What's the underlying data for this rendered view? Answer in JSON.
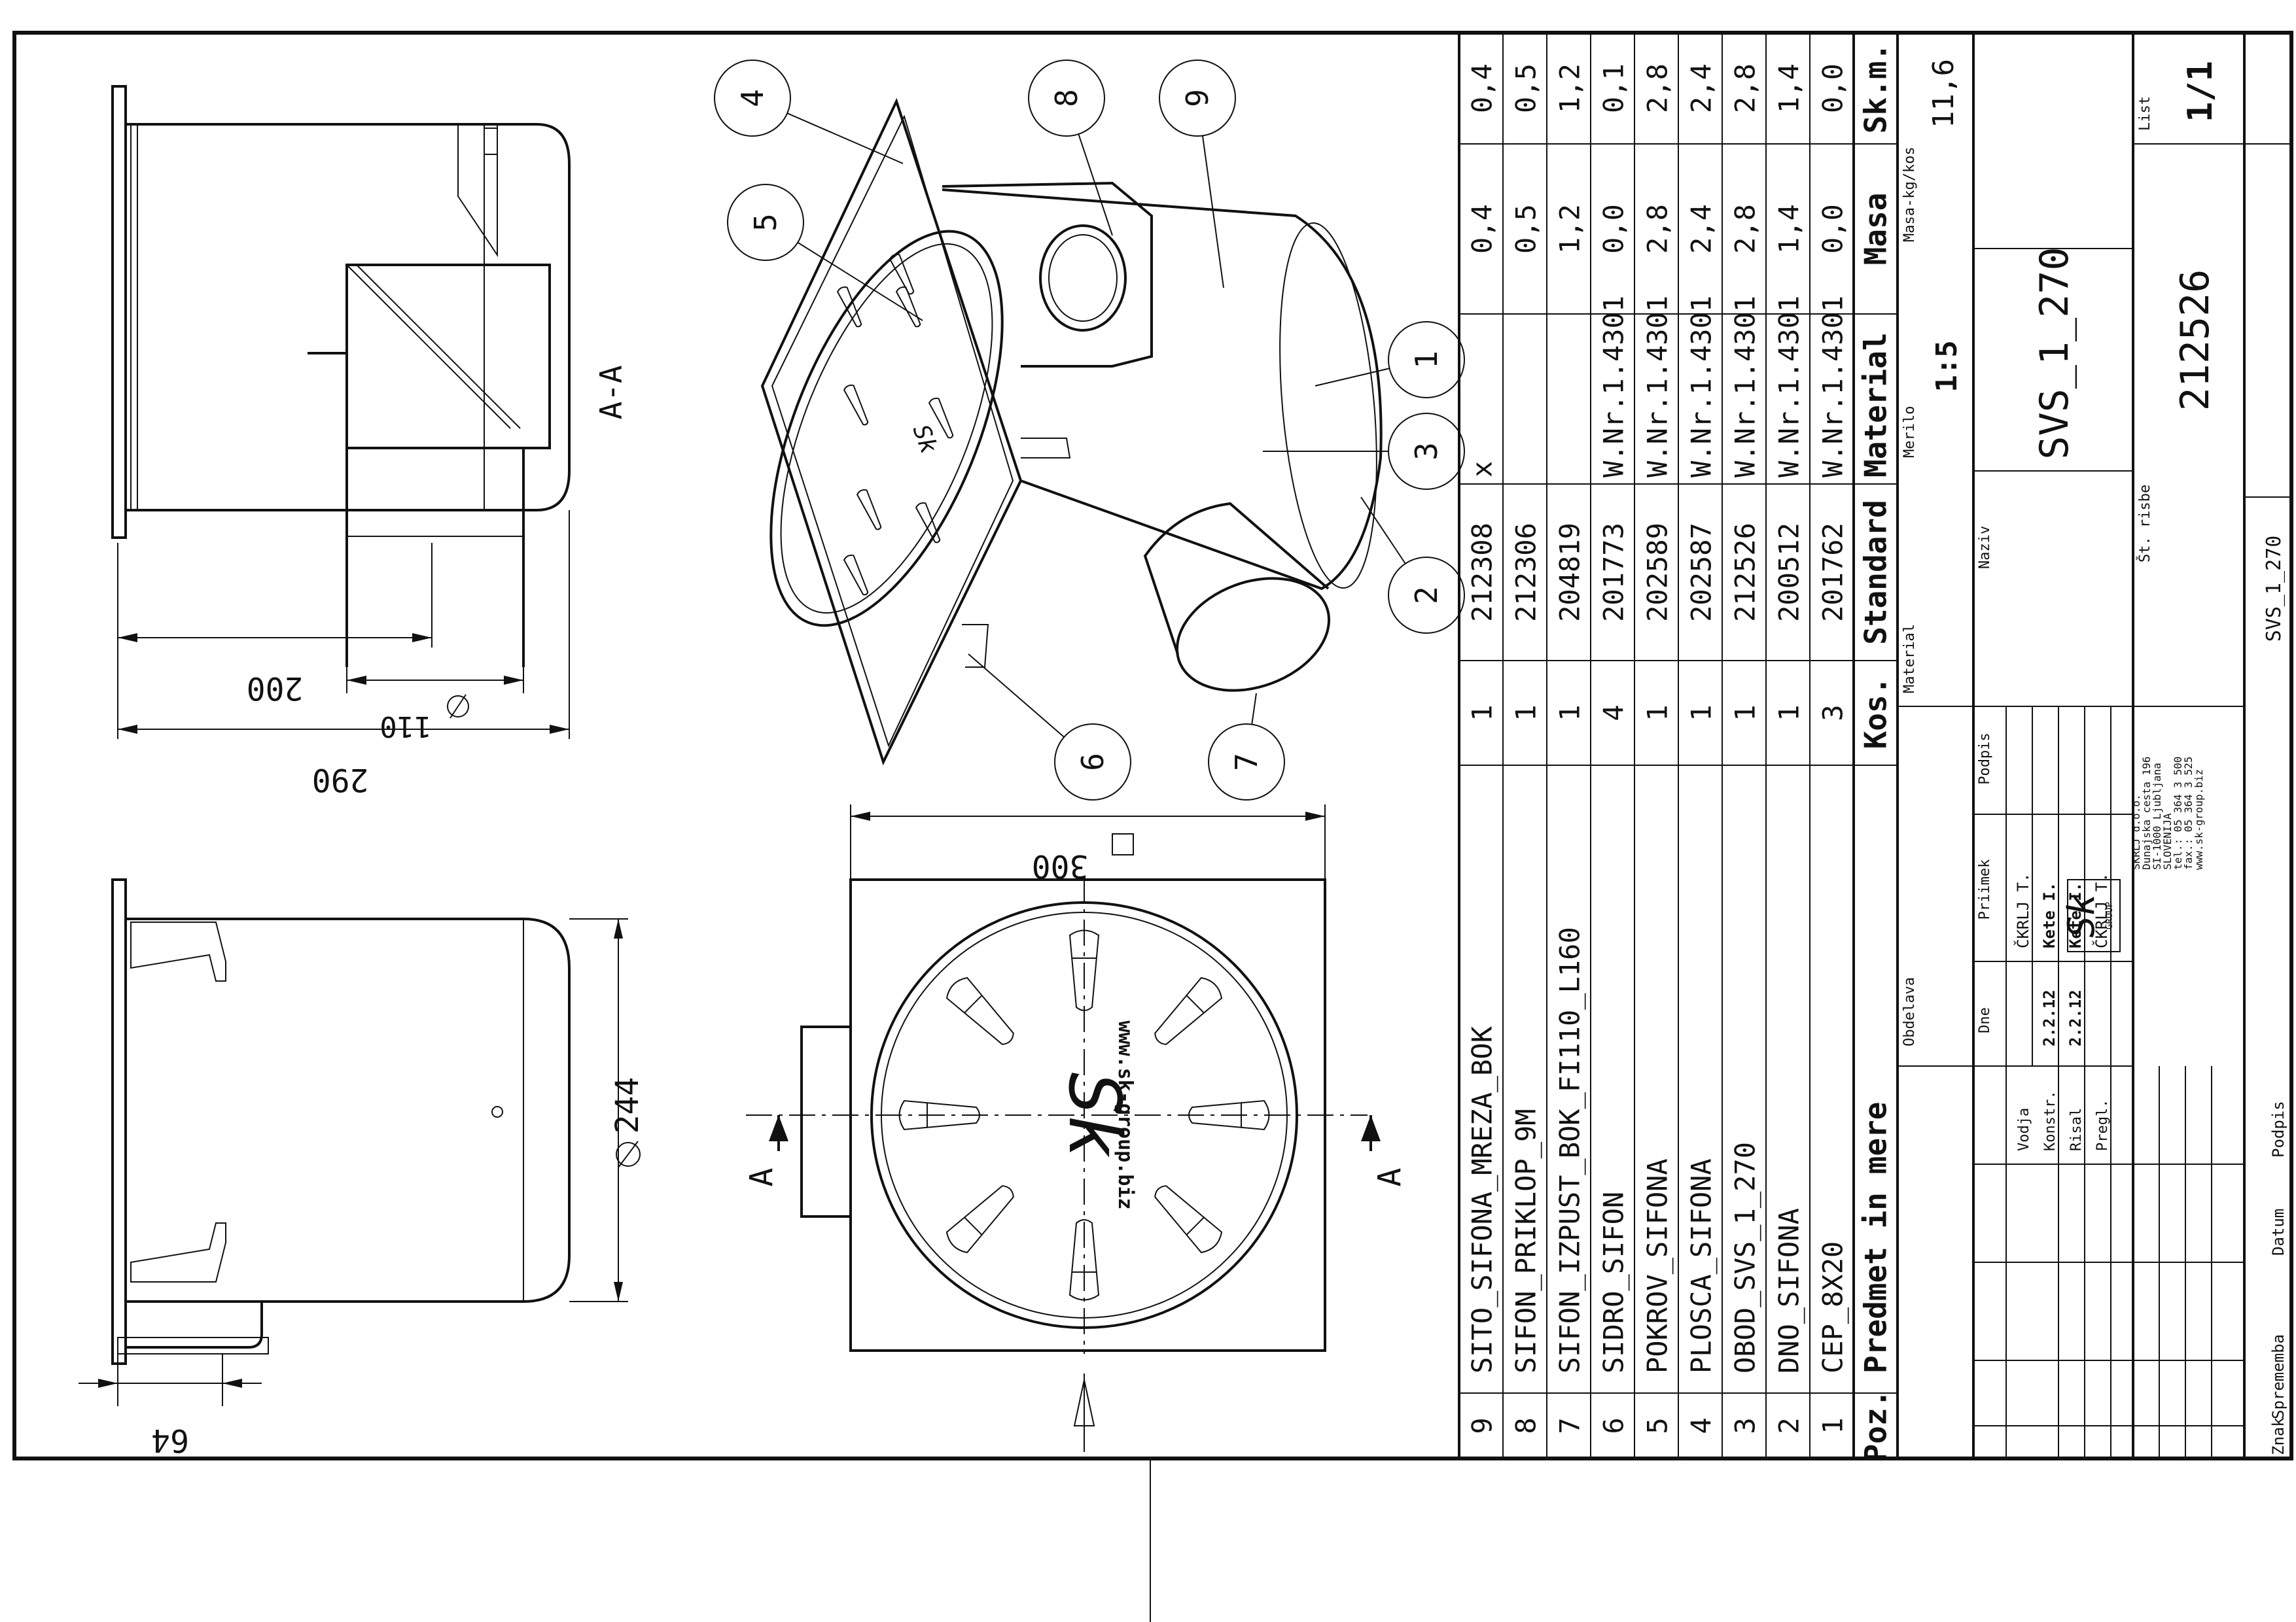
{
  "views": {
    "section_label": "A-A",
    "section_arrow_left": "A",
    "section_arrow_right": "A",
    "dims": {
      "d200": "200",
      "d110": "110",
      "d290": "290",
      "d300": "300",
      "d244": "244",
      "d64": "64"
    },
    "grate_text": "www.sk-group.biz",
    "logo_mark": "Sk"
  },
  "balloons": [
    "4",
    "8",
    "9",
    "5",
    "1",
    "3",
    "2",
    "6",
    "7"
  ],
  "bom": {
    "headers": {
      "poz": "Poz.",
      "name": "Predmet in mere",
      "qty": "Kos.",
      "standard": "Standard",
      "material": "Material",
      "mass": "Masa",
      "total": "Sk.m."
    },
    "rows": [
      {
        "poz": "9",
        "name": "SITO_SIFONA_MREZA_BOK",
        "qty": "1",
        "standard": "212308",
        "material": "x",
        "mass": "0,4",
        "total": "0,4"
      },
      {
        "poz": "8",
        "name": "SIFON_PRIKLOP_9M",
        "qty": "1",
        "standard": "212306",
        "material": "",
        "mass": "0,5",
        "total": "0,5"
      },
      {
        "poz": "7",
        "name": "SIFON_IZPUST_BOK_FI110_L160",
        "qty": "1",
        "standard": "204819",
        "material": "",
        "mass": "1,2",
        "total": "1,2"
      },
      {
        "poz": "6",
        "name": "SIDRO_SIFON",
        "qty": "4",
        "standard": "201773",
        "material": "W.Nr.1.4301",
        "mass": "0,0",
        "total": "0,1"
      },
      {
        "poz": "5",
        "name": "POKROV_SIFONA",
        "qty": "1",
        "standard": "202589",
        "material": "W.Nr.1.4301",
        "mass": "2,8",
        "total": "2,8"
      },
      {
        "poz": "4",
        "name": "PLOSCA_SIFONA",
        "qty": "1",
        "standard": "202587",
        "material": "W.Nr.1.4301",
        "mass": "2,4",
        "total": "2,4"
      },
      {
        "poz": "3",
        "name": "OBOD_SVS_1_270",
        "qty": "1",
        "standard": "212526",
        "material": "W.Nr.1.4301",
        "mass": "2,8",
        "total": "2,8"
      },
      {
        "poz": "2",
        "name": "DNO_SIFONA",
        "qty": "1",
        "standard": "200512",
        "material": "W.Nr.1.4301",
        "mass": "1,4",
        "total": "1,4"
      },
      {
        "poz": "1",
        "name": "CEP_8X20",
        "qty": "3",
        "standard": "201762",
        "material": "W.Nr.1.4301",
        "mass": "0,0",
        "total": "0,0"
      }
    ]
  },
  "title_block": {
    "obdelava_label": "Obdelava",
    "material_label": "Material",
    "masa_label": "Masa-kg/kos",
    "masa_value": "11,6",
    "merilo_label": "Merilo",
    "merilo_value": "1:5",
    "naziv_label": "Naziv",
    "naziv_value": "SVS_1_270",
    "st_risbe_label": "Št. risbe",
    "st_risbe_value": "212526",
    "list_label": "List",
    "list_value": "1/1",
    "file_name": "SVS_1_270",
    "headers": {
      "dne": "Dne",
      "priimek": "Priimek",
      "podpis": "Podpis"
    },
    "roles": [
      {
        "role": "Vodja",
        "date": "",
        "name": "ČKRLJ T."
      },
      {
        "role": "Konstr.",
        "date": "2.2.12",
        "name": "Kete I."
      },
      {
        "role": "Risal",
        "date": "2.2.12",
        "name": "Kete I."
      },
      {
        "role": "Pregl.",
        "date": "",
        "name": "ČKRLJ T."
      }
    ],
    "revision_headers": {
      "znak": "Znak",
      "sprememba": "Sprememba",
      "datum": "Datum",
      "podpis": "Podpis"
    },
    "company": {
      "name": "SKRLJ d.o.o.",
      "address1": "Dunajska cesta 196",
      "address2": "SI-1000 Ljubljana",
      "country": "SLOVENIJA",
      "tel": "tel.: 05 364 3 500",
      "fax": "fax.: 05 364 3 525",
      "web": "www.sk-group.biz",
      "logo_sub": "GROUP"
    }
  }
}
